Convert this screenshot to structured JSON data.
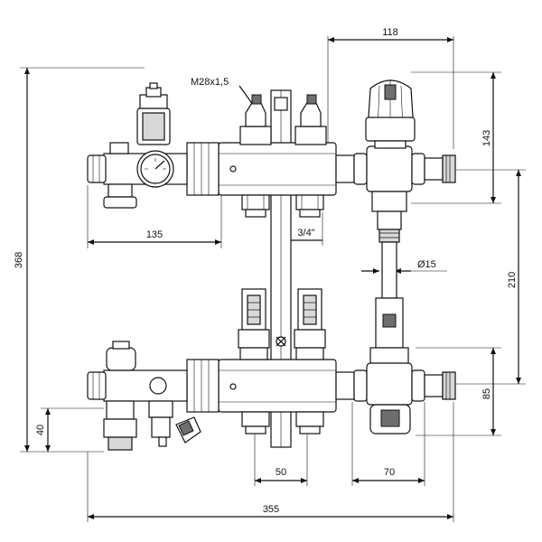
{
  "dimensions": {
    "top_width": "118",
    "thread": "M28x1,5",
    "right_top": "143",
    "overall_height": "368",
    "left_span": "135",
    "branch_thread": "3/4\"",
    "diameter": "Ø15",
    "right_middle": "210",
    "right_bottom": "85",
    "left_bottom": "40",
    "outlet_spacing": "50",
    "right_offset": "70",
    "overall_width": "355"
  },
  "colors": {
    "line": "#111111",
    "fill": "#ffffff",
    "shade": "#d8d8d8",
    "dark": "#6e6e6e"
  }
}
